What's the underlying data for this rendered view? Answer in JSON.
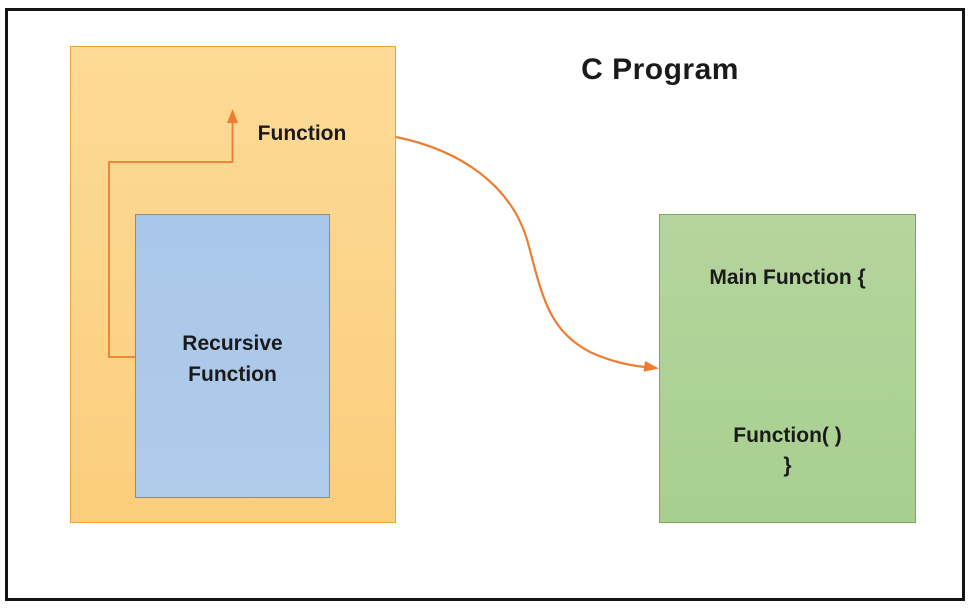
{
  "title": "C Program",
  "function_box": {
    "label": "Function"
  },
  "recursive_box": {
    "line1": "Recursive",
    "line2": "Function"
  },
  "main_box": {
    "header": "Main Function {",
    "call": "Function( )",
    "close": "}"
  },
  "arrows": {
    "recursion_arrow": "recursion-arrow",
    "call_arrow": "function-call-arrow"
  },
  "colors": {
    "accent_orange": "#ED7D31",
    "function_box_fill_top": "#FDDA97",
    "function_box_fill_bottom": "#FBCE7C",
    "function_box_border": "#ECA23B",
    "recursive_box_fill_top": "#A9C7E9",
    "recursive_box_fill_bottom": "#B0CBEA",
    "recursive_box_border": "#8C8C85",
    "main_box_fill_top": "#B4D59E",
    "main_box_fill_bottom": "#A8CF8F",
    "main_box_border": "#7FA55E",
    "frame_border": "#141414",
    "text_color": "#1A1A1A"
  }
}
